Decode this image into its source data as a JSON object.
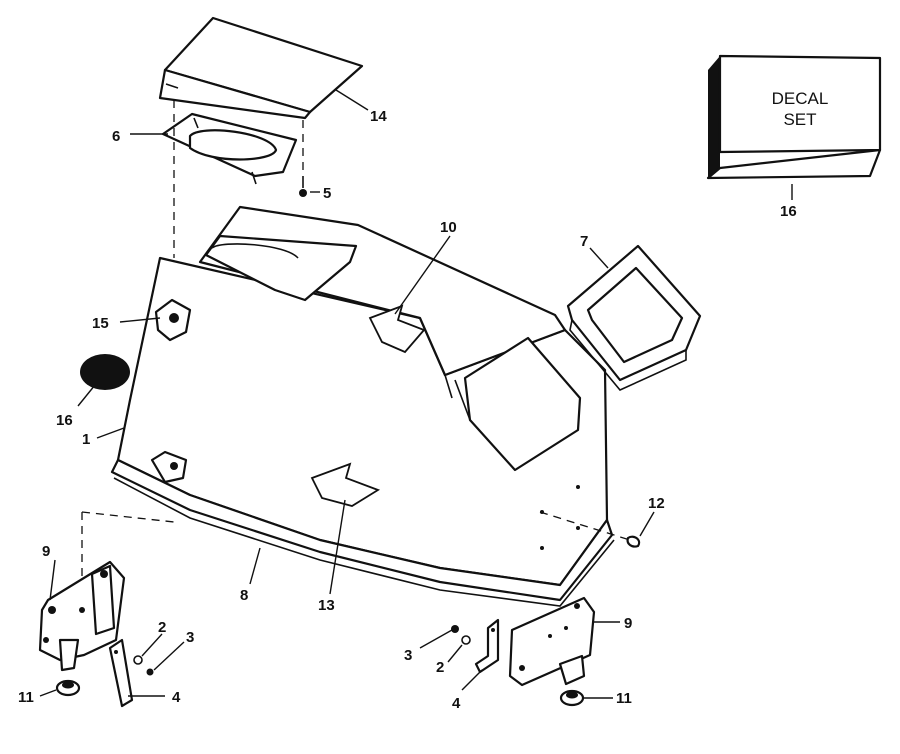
{
  "decal_box": {
    "line1": "DECAL",
    "line2": "SET"
  },
  "callouts": {
    "c1": "1",
    "c2a": "2",
    "c2b": "2",
    "c3a": "3",
    "c3b": "3",
    "c4a": "4",
    "c4b": "4",
    "c5": "5",
    "c6": "6",
    "c7": "7",
    "c8": "8",
    "c9a": "9",
    "c9b": "9",
    "c10": "10",
    "c11a": "11",
    "c11b": "11",
    "c12": "12",
    "c13": "13",
    "c14": "14",
    "c15": "15",
    "c16a": "16",
    "c16b": "16"
  }
}
